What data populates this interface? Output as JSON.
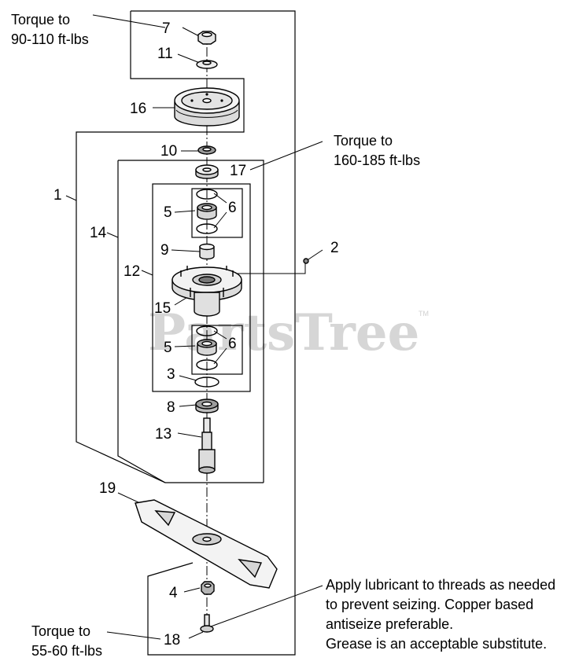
{
  "watermark": {
    "text": "PartsTree",
    "trademark": "TM"
  },
  "notes": {
    "torque_top": [
      "Torque to",
      "90-110 ft-lbs"
    ],
    "torque_mid": [
      "Torque to",
      "160-185 ft-lbs"
    ],
    "torque_bottom": [
      "Torque to",
      "55-60 ft-lbs"
    ],
    "lubricant": [
      "Apply lubricant to threads as needed",
      "to prevent seizing.  Copper based",
      "antiseize preferable.",
      "Grease is an acceptable substitute."
    ]
  },
  "callouts": {
    "c1": "1",
    "c2": "2",
    "c3": "3",
    "c4": "4",
    "c5a": "5",
    "c5b": "5",
    "c6a": "6",
    "c6b": "6",
    "c7": "7",
    "c8": "8",
    "c9": "9",
    "c10": "10",
    "c11": "11",
    "c12": "12",
    "c13": "13",
    "c14": "14",
    "c15": "15",
    "c16": "16",
    "c17": "17",
    "c18": "18",
    "c19": "19"
  },
  "colors": {
    "ink": "#000000",
    "watermark": "#d6d6d6",
    "part_fill": "#f0f0f0",
    "part_shade": "#bdbdbd"
  }
}
